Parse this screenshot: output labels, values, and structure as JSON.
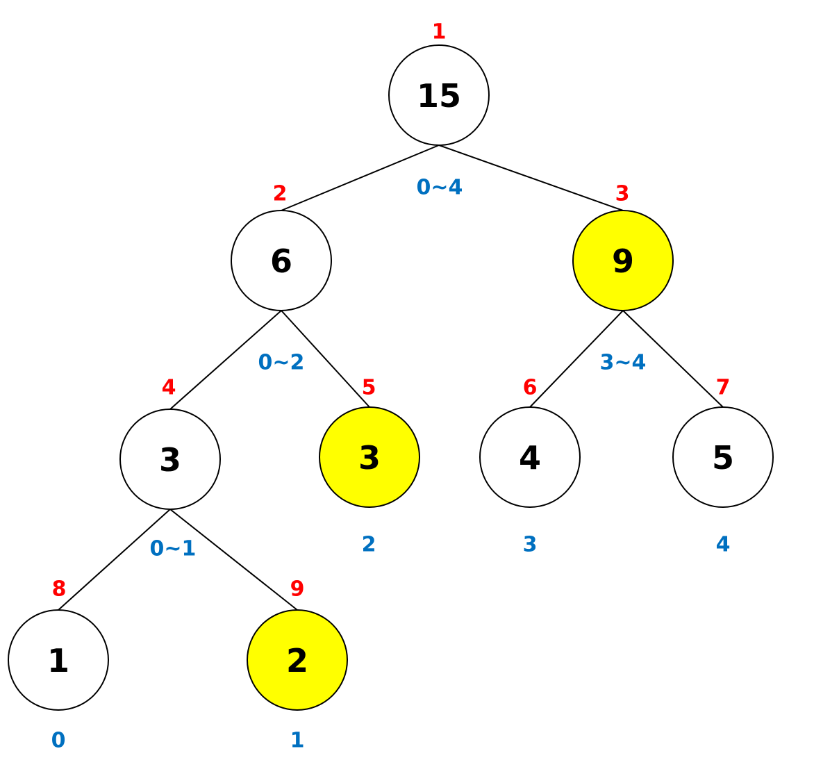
{
  "colors": {
    "node_fill_default": "#ffffff",
    "node_fill_highlight": "#ffff00",
    "index_label": "#ff0000",
    "range_label": "#0070c0",
    "edge": "#000000"
  },
  "nodes": [
    {
      "id": "n1",
      "value": "15",
      "index": "1",
      "range": "0~4",
      "highlight": false
    },
    {
      "id": "n2",
      "value": "6",
      "index": "2",
      "range": "0~2",
      "highlight": false
    },
    {
      "id": "n3",
      "value": "9",
      "index": "3",
      "range": "3~4",
      "highlight": true
    },
    {
      "id": "n4",
      "value": "3",
      "index": "4",
      "range": "0~1",
      "highlight": false
    },
    {
      "id": "n5",
      "value": "3",
      "index": "5",
      "range": "2",
      "highlight": true
    },
    {
      "id": "n6",
      "value": "4",
      "index": "6",
      "range": "3",
      "highlight": false
    },
    {
      "id": "n7",
      "value": "5",
      "index": "7",
      "range": "4",
      "highlight": false
    },
    {
      "id": "n8",
      "value": "1",
      "index": "8",
      "range": "0",
      "highlight": false
    },
    {
      "id": "n9",
      "value": "2",
      "index": "9",
      "range": "1",
      "highlight": true
    }
  ],
  "edges": [
    {
      "from": "n1",
      "to": "n2"
    },
    {
      "from": "n1",
      "to": "n3"
    },
    {
      "from": "n2",
      "to": "n4"
    },
    {
      "from": "n2",
      "to": "n5"
    },
    {
      "from": "n3",
      "to": "n6"
    },
    {
      "from": "n3",
      "to": "n7"
    },
    {
      "from": "n4",
      "to": "n8"
    },
    {
      "from": "n4",
      "to": "n9"
    }
  ]
}
